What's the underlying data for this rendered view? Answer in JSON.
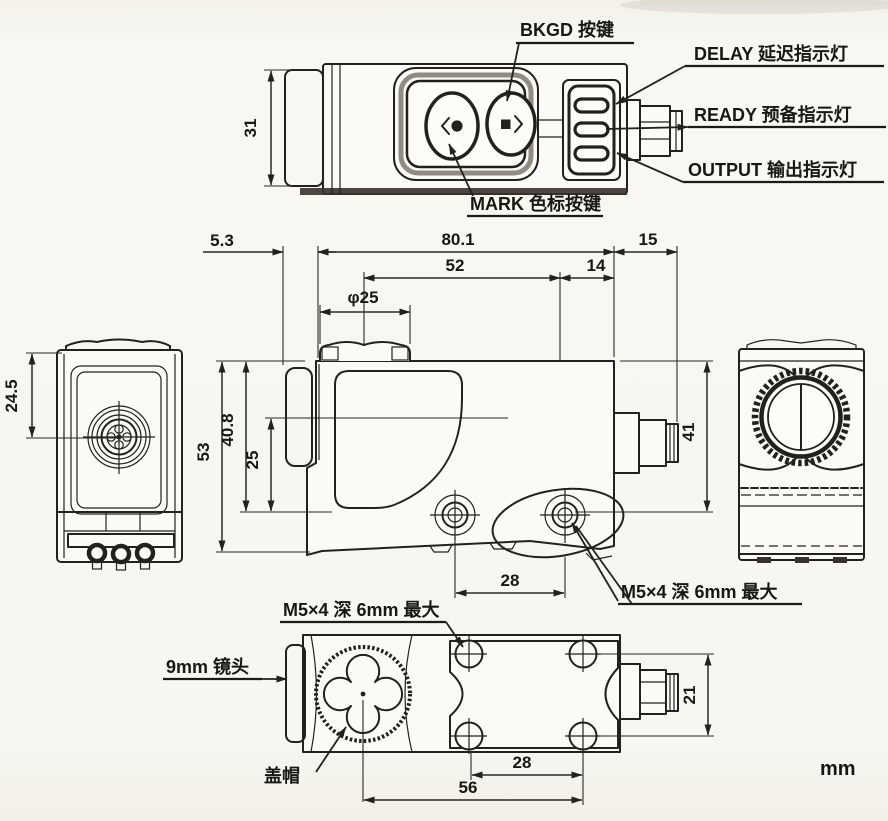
{
  "page": {
    "unit": "mm"
  },
  "top_view": {
    "btn_bkgd_label": "BKGD 按键",
    "btn_mark_label": "MARK 色标按键",
    "led_delay_label": "DELAY 延迟指示灯",
    "led_ready_label": "READY 预备指示灯",
    "led_output_label": "OUTPUT 输出指示灯",
    "dim_width": "31"
  },
  "side_view": {
    "dim_wheel_offset": "5.3",
    "dim_body_length": "80.1",
    "dim_connector_length": "15",
    "dim_axis_to_hole": "52",
    "dim_hole_to_end": "14",
    "dim_knob_dia": "φ25",
    "dim_height": "53",
    "dim_top_to_hole": "40.8",
    "dim_axis_to_hole_v": "25",
    "dim_connector_height": "41",
    "dim_hole_spacing": "28",
    "label_mount_hole": "M5×4 深 6mm 最大"
  },
  "front_view": {
    "dim_top_to_lens": "24.5"
  },
  "bottom_view": {
    "label_mount_hole": "M5×4 深 6mm 最大",
    "label_lens": "9mm 镜头",
    "label_cap": "盖帽",
    "dim_hole_spacing": "28",
    "dim_axis_to_hole": "56",
    "dim_hole_rows": "21"
  }
}
